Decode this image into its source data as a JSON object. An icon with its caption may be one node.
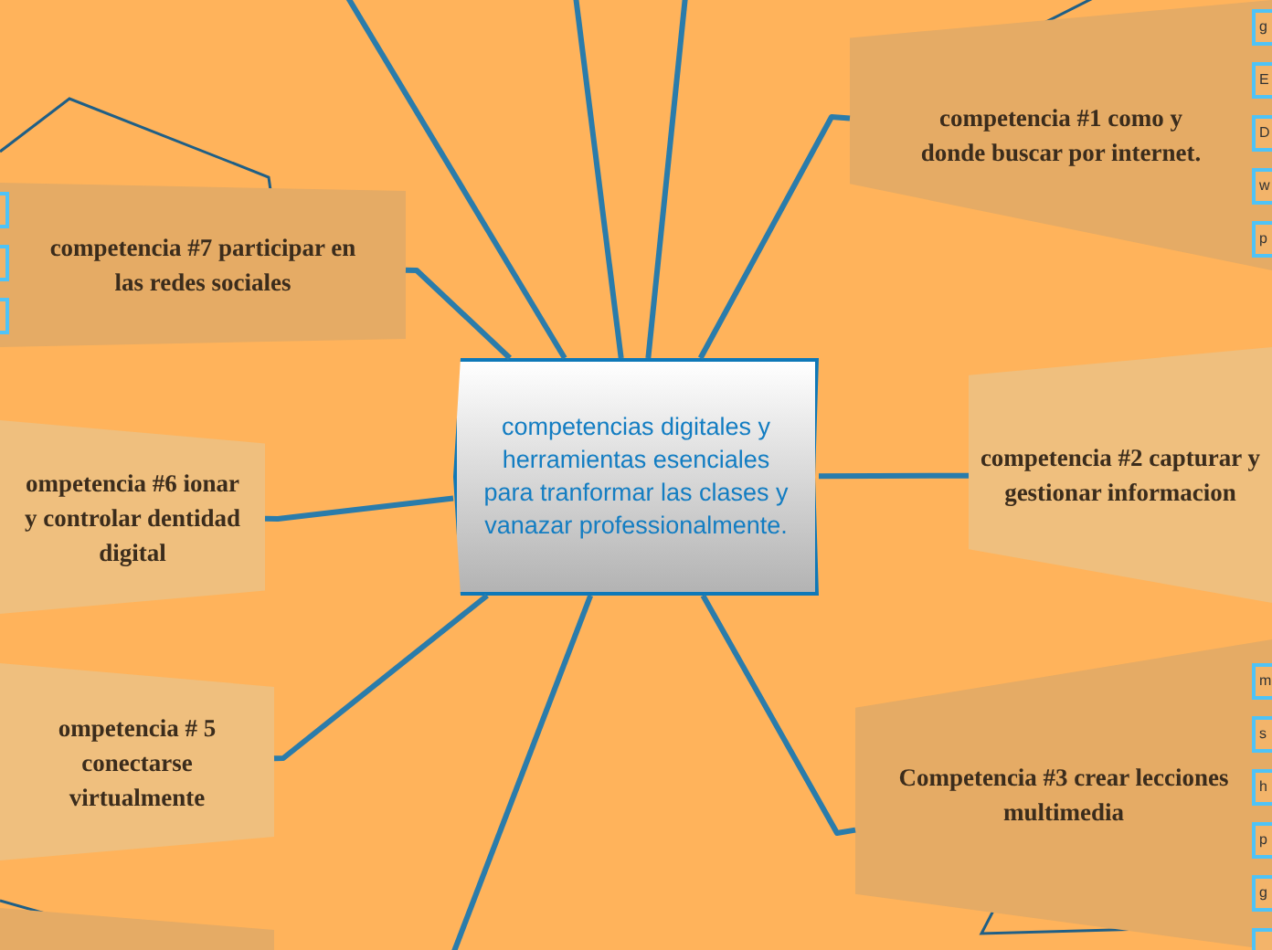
{
  "diagram": {
    "nodes": [
      {
        "text": [
          "competencias digitales y herramientas esenciales para tranformar las clases y vanazar professionalmente."
        ]
      },
      {
        "text": [
          "competencia #1  como y donde buscar por internet."
        ]
      },
      {
        "text": [
          "g"
        ]
      },
      {
        "text": [
          "E"
        ]
      },
      {
        "text": [
          "D"
        ]
      },
      {
        "text": [
          "w"
        ]
      },
      {
        "text": [
          "p"
        ]
      },
      {
        "text": [
          "competencia #2 capturar y gestionar informacion"
        ]
      },
      {
        "text": [
          "Competencia #3 crear lecciones multimedia"
        ]
      },
      {
        "text": [
          "m"
        ]
      },
      {
        "text": [
          "s"
        ]
      },
      {
        "text": [
          "h"
        ]
      },
      {
        "text": [
          "p"
        ]
      },
      {
        "text": [
          "g"
        ]
      },
      {
        "text": [],
        "shape": "box"
      },
      {
        "text": [
          "ompetencia # 5 conectarse virtualmente"
        ]
      },
      {
        "text": [
          "ompetencia #6 ionar y controlar dentidad digital"
        ]
      },
      {
        "text": [
          "competencia #7 participar en las redes sociales"
        ]
      },
      {
        "text": [],
        "shape": "box"
      },
      {
        "text": [],
        "shape": "box"
      },
      {
        "text": [],
        "shape": "box"
      },
      {
        "text": [],
        "shape": "box"
      }
    ],
    "edges": [
      {
        "from": 0,
        "to": 1,
        "arrow": "none"
      },
      {
        "from": 0,
        "to": 7,
        "arrow": "none"
      },
      {
        "from": 0,
        "to": 8,
        "arrow": "none"
      },
      {
        "from": 0,
        "to": 15,
        "arrow": "none"
      },
      {
        "from": 0,
        "to": 16,
        "arrow": "none"
      },
      {
        "from": 0,
        "to": 17,
        "arrow": "none"
      },
      {
        "from": 0,
        "to": null,
        "arrow": "none"
      },
      {
        "from": 0,
        "to": null,
        "arrow": "none"
      },
      {
        "from": 0,
        "to": null,
        "arrow": "none"
      },
      {
        "from": 0,
        "to": null,
        "arrow": "none"
      }
    ]
  }
}
